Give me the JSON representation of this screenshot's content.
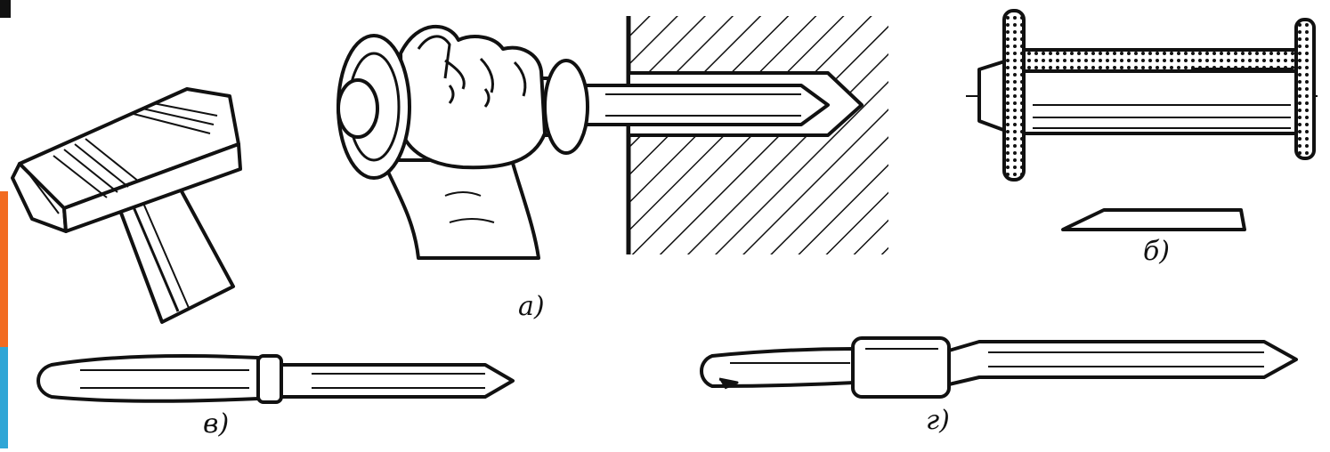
{
  "figure": {
    "labels": {
      "a": "а)",
      "b": "б)",
      "v": "в)",
      "g": "г)"
    }
  },
  "colors": {
    "ink": "#111111",
    "background": "#ffffff",
    "accent_orange": "#f26b21",
    "accent_blue": "#2fa6d6"
  }
}
